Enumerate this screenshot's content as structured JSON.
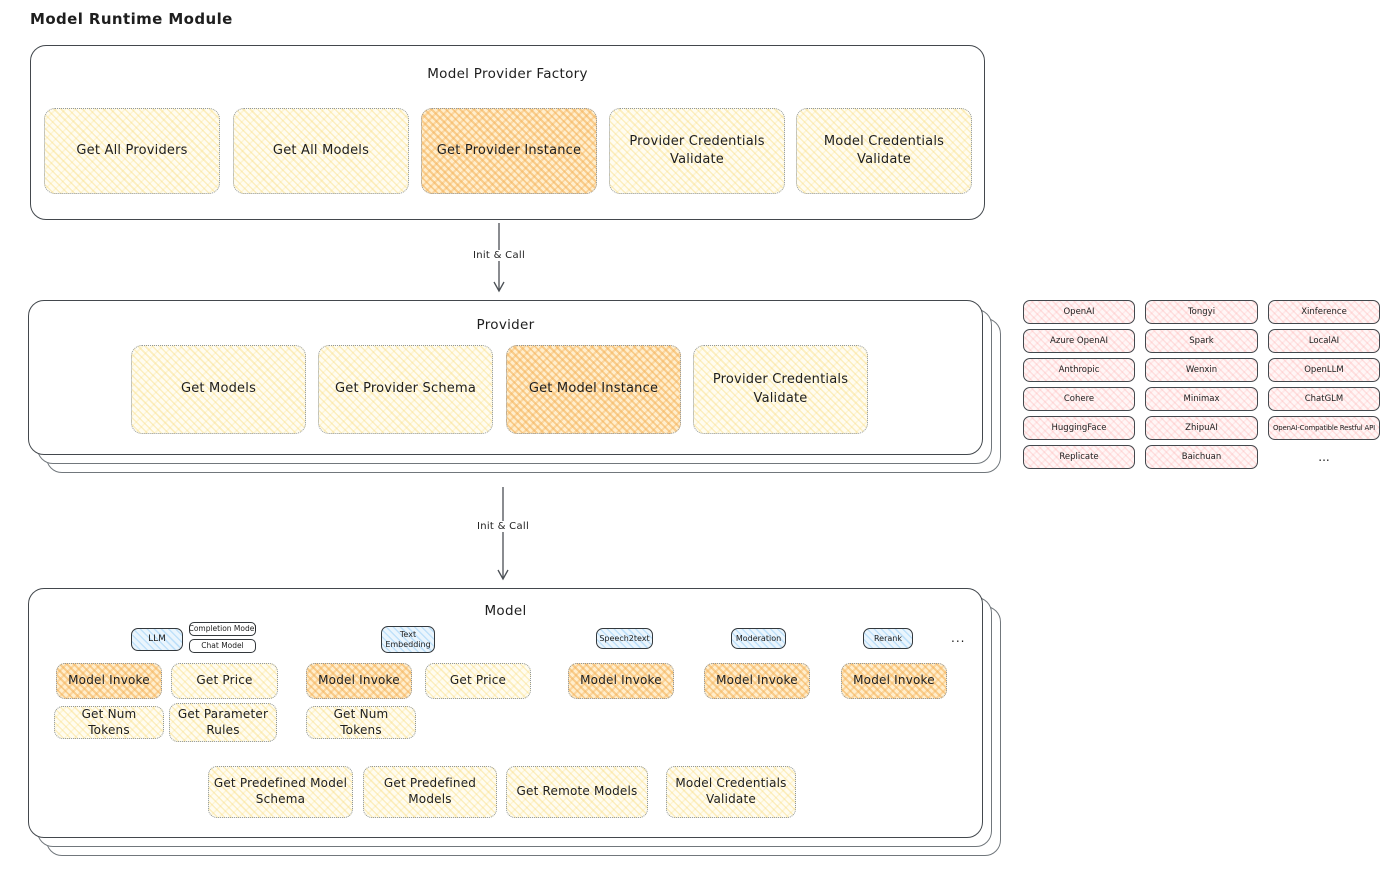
{
  "page_title": "Model Runtime Module",
  "colors": {
    "highlight_orange": "#f4b860",
    "yellow": "#fdf3cd",
    "pink": "#ffdada",
    "blue": "#cfe8fa",
    "border_dark": "#43484d"
  },
  "factory": {
    "title": "Model Provider Factory",
    "boxes": [
      {
        "label": "Get All Providers",
        "highlighted": false
      },
      {
        "label": "Get All Models",
        "highlighted": false
      },
      {
        "label": "Get Provider Instance",
        "highlighted": true
      },
      {
        "label": "Provider Credentials Validate",
        "highlighted": false
      },
      {
        "label": "Model Credentials Validate",
        "highlighted": false
      }
    ]
  },
  "arrow1": {
    "label": "Init & Call"
  },
  "provider": {
    "title": "Provider",
    "boxes": [
      {
        "label": "Get Models",
        "highlighted": false
      },
      {
        "label": "Get Provider Schema",
        "highlighted": false
      },
      {
        "label": "Get Model Instance",
        "highlighted": true
      },
      {
        "label": "Provider Credentials Validate",
        "highlighted": false
      }
    ]
  },
  "providers_list": {
    "grid": [
      [
        "OpenAI",
        "Tongyi",
        "Xinference"
      ],
      [
        "Azure OpenAI",
        "Spark",
        "LocalAI"
      ],
      [
        "Anthropic",
        "Wenxin",
        "OpenLLM"
      ],
      [
        "Cohere",
        "Minimax",
        "ChatGLM"
      ],
      [
        "HuggingFace",
        "ZhipuAI",
        "OpenAI-Compatible Restful API"
      ],
      [
        "Replicate",
        "Baichuan",
        "..."
      ]
    ]
  },
  "arrow2": {
    "label": "Init & Call"
  },
  "model": {
    "title": "Model",
    "tabs": {
      "llm": "LLM",
      "completion_model": "Completion Model",
      "chat_model": "Chat Model",
      "text_embedding": "Text Embedding",
      "speech2text": "Speech2text",
      "moderation": "Moderation",
      "rerank": "Rerank",
      "more": "..."
    },
    "functions": {
      "model_invoke": "Model Invoke",
      "get_price": "Get Price",
      "get_num_tokens": "Get Num Tokens",
      "get_parameter_rules": "Get Parameter Rules"
    },
    "shared": {
      "get_predefined_model_schema": "Get Predefined Model Schema",
      "get_predefined_models": "Get Predefined Models",
      "get_remote_models": "Get Remote Models",
      "model_credentials_validate": "Model Credentials Validate"
    }
  }
}
